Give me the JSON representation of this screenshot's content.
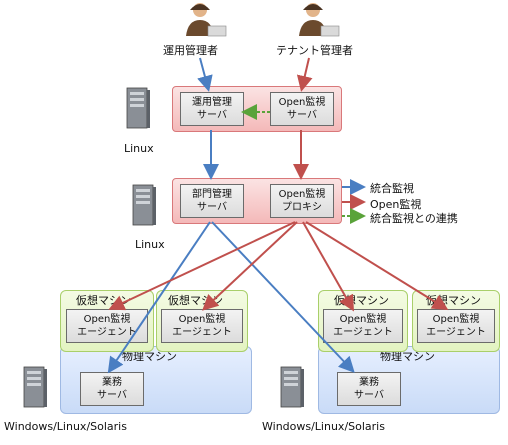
{
  "actors": {
    "operator": "運用管理者",
    "tenant_admin": "テナント管理者"
  },
  "os_labels": {
    "linux_top": "Linux",
    "linux_mid": "Linux",
    "os_left": "Windows/Linux/Solaris",
    "os_right": "Windows/Linux/Solaris"
  },
  "top_zone": {
    "mgmt_server": [
      "運用管理",
      "サーバ"
    ],
    "open_monitor_server": [
      "Open監視",
      "サーバ"
    ]
  },
  "mid_zone": {
    "dept_server": [
      "部門管理",
      "サーバ"
    ],
    "open_monitor_proxy": [
      "Open監視",
      "プロキシ"
    ]
  },
  "legend": {
    "integrated": "統合監視",
    "open": "Open監視",
    "linkage": "統合監視との連携",
    "colors": {
      "integrated": "#4a7ec2",
      "open": "#c0504d",
      "linkage": "#5aa33a"
    }
  },
  "vms": [
    {
      "title": "仮想マシン",
      "agent": [
        "Open監視",
        "エージェント"
      ]
    },
    {
      "title": "仮想マシン",
      "agent": [
        "Open監視",
        "エージェント"
      ]
    },
    {
      "title": "仮想マシン",
      "agent": [
        "Open監視",
        "エージェント"
      ]
    },
    {
      "title": "仮想マシン",
      "agent": [
        "Open監視",
        "エージェント"
      ]
    }
  ],
  "physical": [
    {
      "title": "物理マシン",
      "server": [
        "業務",
        "サーバ"
      ]
    },
    {
      "title": "物理マシン",
      "server": [
        "業務",
        "サーバ"
      ]
    }
  ]
}
